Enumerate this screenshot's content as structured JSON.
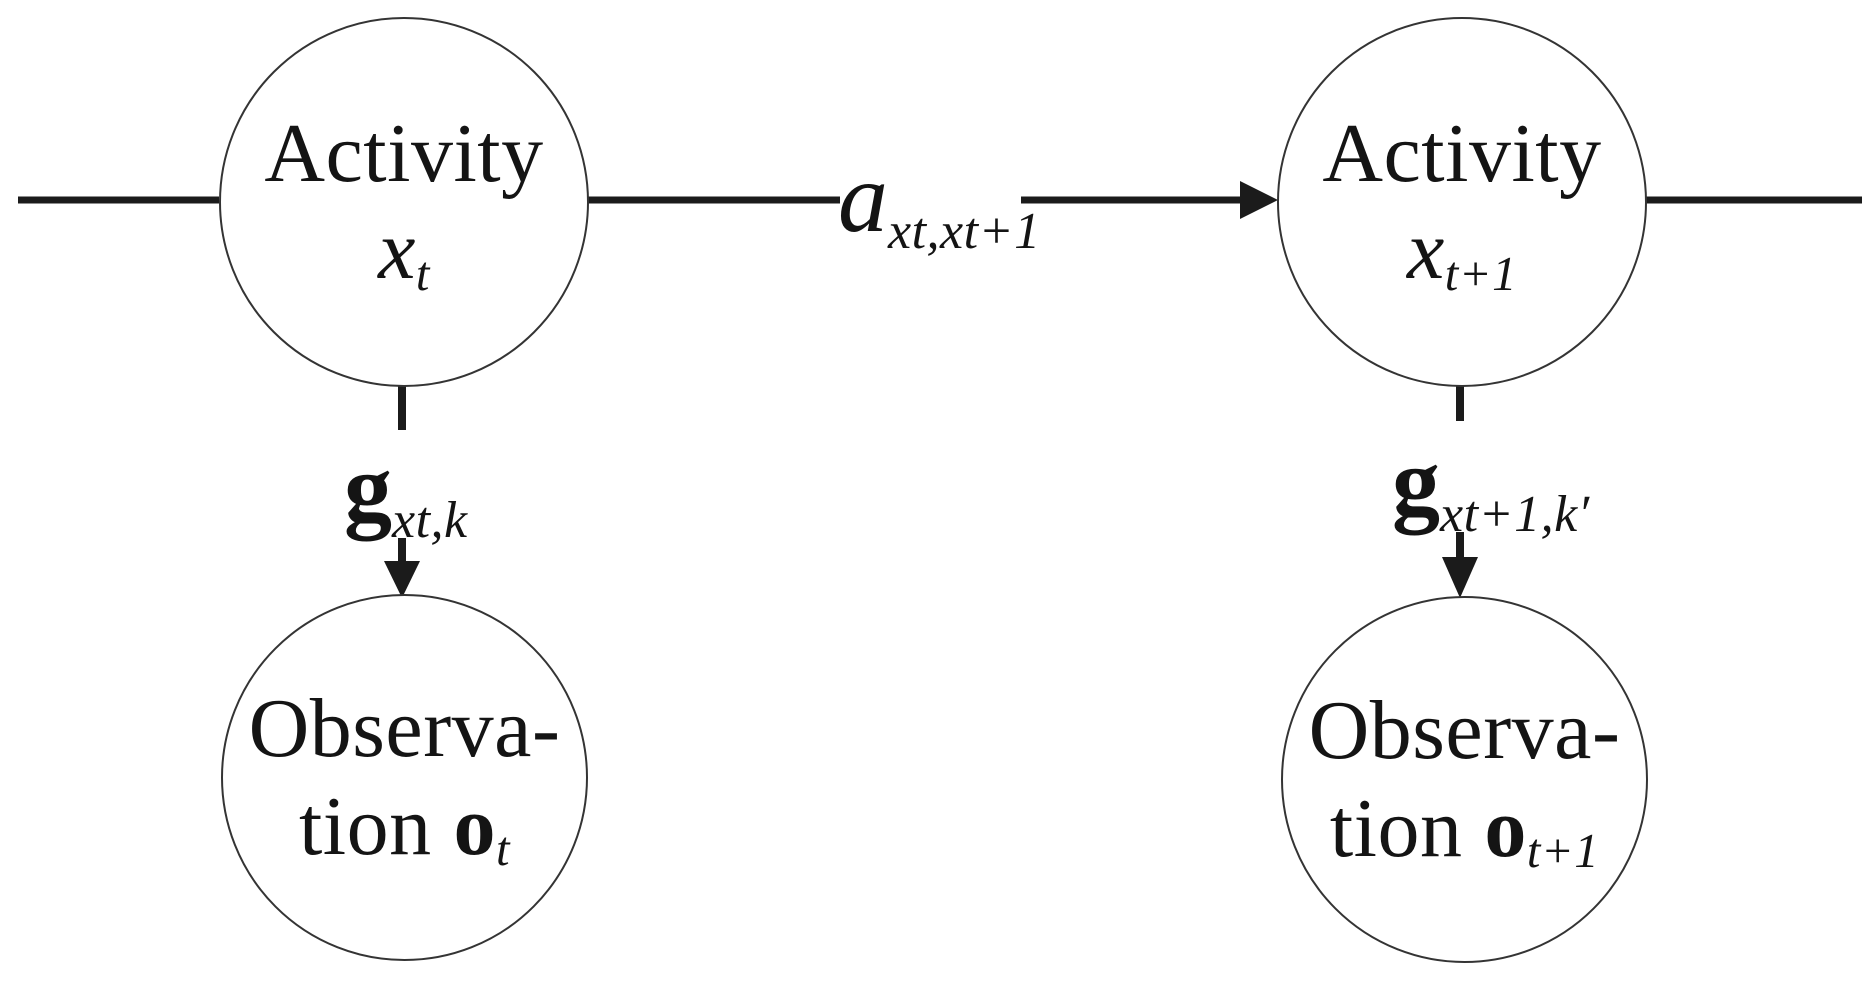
{
  "nodes": {
    "activity_t": {
      "line1": "Activity",
      "var_base": "x",
      "var_sub": "t"
    },
    "activity_t1": {
      "line1": "Activity",
      "var_base": "x",
      "var_sub": "t+1"
    },
    "observation_t": {
      "line1": "Observa-",
      "line2_prefix": "tion",
      "var_base": "o",
      "var_sub": "t"
    },
    "observation_t1": {
      "line1": "Observa-",
      "line2_prefix": "tion",
      "var_base": "o",
      "var_sub": "t+1"
    }
  },
  "edges": {
    "transition": {
      "base": "a",
      "sub": "xt,xt+1"
    },
    "emission_t": {
      "base": "g",
      "sub": "xt,k"
    },
    "emission_t1": {
      "base": "g",
      "sub": "xt+1,k′"
    }
  },
  "colors": {
    "line": "#1b1b1b",
    "text": "#141414",
    "background": "#ffffff"
  }
}
